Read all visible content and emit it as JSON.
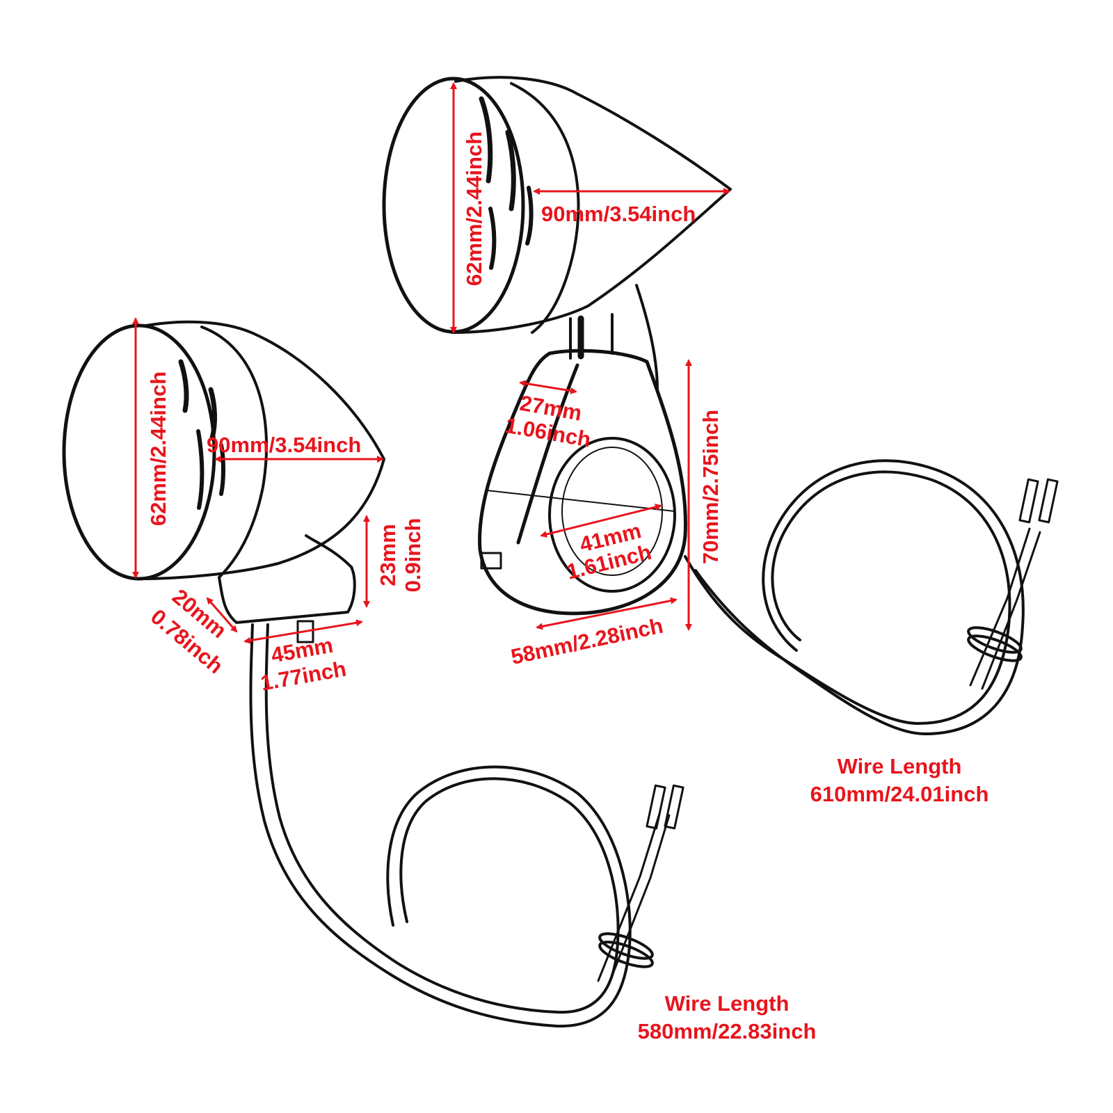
{
  "colors": {
    "dimension": "#e8141c",
    "outline": "#111111",
    "background": "#ffffff"
  },
  "light_right": {
    "height_label": "62mm/2.44inch",
    "length_label": "90mm/3.54inch",
    "clamp_width_label_mm": "27mm",
    "clamp_width_label_in": "1.06inch",
    "bore_label_mm": "41mm",
    "bore_label_in": "1.61inch",
    "clamp_height_label": "70mm/2.75inch",
    "clamp_base_label": "58mm/2.28inch",
    "wire_title": "Wire Length",
    "wire_value": "610mm/24.01inch"
  },
  "light_left": {
    "height_label": "62mm/2.44inch",
    "length_label": "90mm/3.54inch",
    "mount_height_label_mm": "23mm",
    "mount_height_label_in": "0.9inch",
    "stem_label_mm": "20mm",
    "stem_label_in": "0.78inch",
    "base_label_mm": "45mm",
    "base_label_in": "1.77inch",
    "wire_title": "Wire Length",
    "wire_value": "580mm/22.83inch"
  }
}
